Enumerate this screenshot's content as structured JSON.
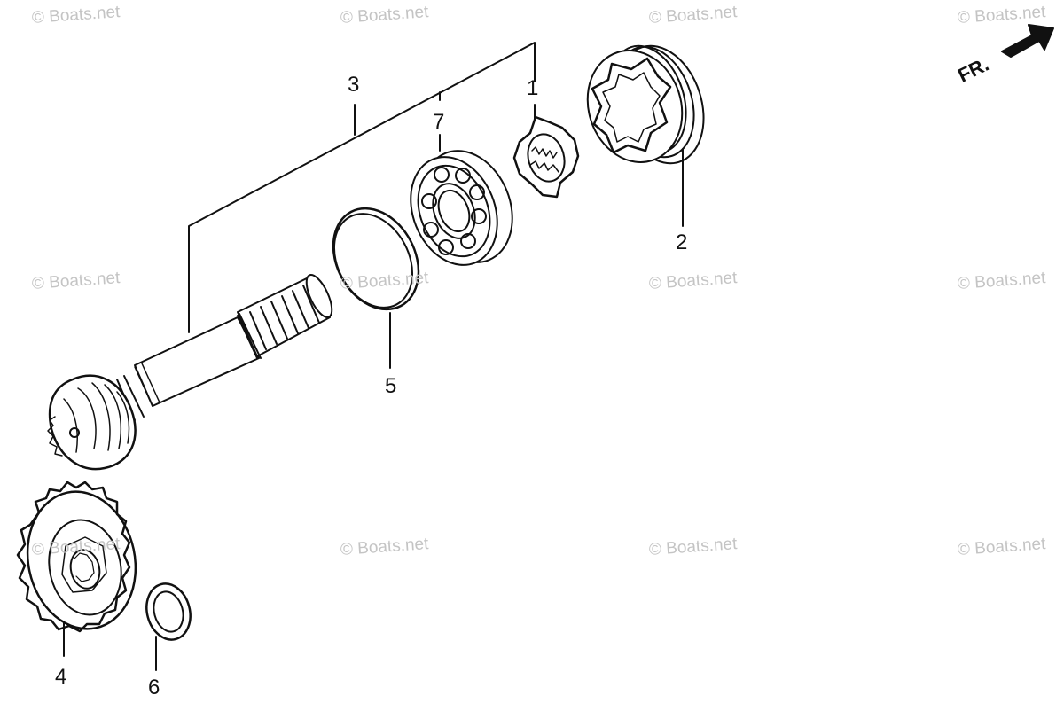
{
  "watermark": "© Boats.net",
  "front_indicator": "FR.",
  "callouts": {
    "c1": "1",
    "c2": "2",
    "c3": "3",
    "c4": "4",
    "c5": "5",
    "c6": "6",
    "c7": "7"
  },
  "colors": {
    "ink": "#111111",
    "watermark": "#c4c4c4"
  }
}
